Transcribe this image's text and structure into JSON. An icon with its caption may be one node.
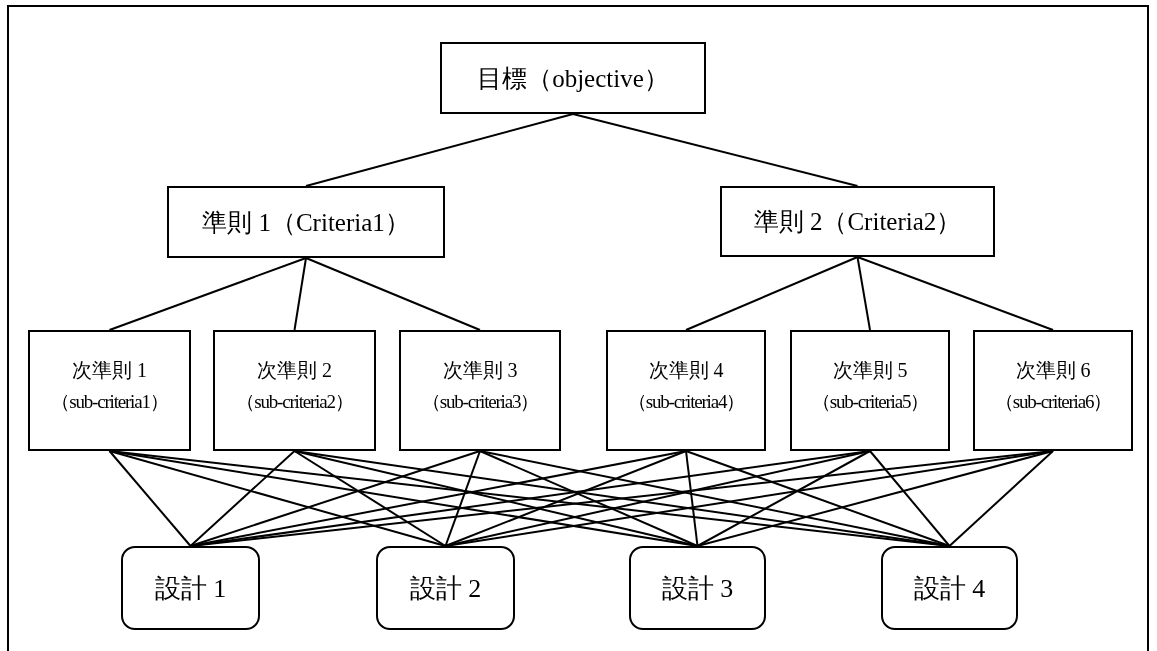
{
  "diagram": {
    "nodes": [
      {
        "text": [
          "目標（objective）"
        ]
      },
      {
        "text": [
          "準則 1（Criteria1）"
        ]
      },
      {
        "text": [
          "準則 2（Criteria2）"
        ]
      },
      {
        "text": [
          "次準則 1",
          "（sub-criteria1）"
        ]
      },
      {
        "text": [
          "次準則 2",
          "（sub-criteria2）"
        ]
      },
      {
        "text": [
          "次準則 3",
          "（sub-criteria3）"
        ]
      },
      {
        "text": [
          "次準則 4",
          "（sub-criteria4）"
        ]
      },
      {
        "text": [
          "次準則 5",
          "（sub-criteria5）"
        ]
      },
      {
        "text": [
          "次準則 6",
          "（sub-criteria6）"
        ]
      },
      {
        "text": [
          "設計 1"
        ]
      },
      {
        "text": [
          "設計 2"
        ]
      },
      {
        "text": [
          "設計 3"
        ]
      },
      {
        "text": [
          "設計 4"
        ]
      }
    ],
    "edges": [
      {
        "from": 0,
        "to": 1,
        "arrow": "none"
      },
      {
        "from": 0,
        "to": 2,
        "arrow": "none"
      },
      {
        "from": 1,
        "to": 3,
        "arrow": "none"
      },
      {
        "from": 1,
        "to": 4,
        "arrow": "none"
      },
      {
        "from": 1,
        "to": 5,
        "arrow": "none"
      },
      {
        "from": 2,
        "to": 6,
        "arrow": "none"
      },
      {
        "from": 2,
        "to": 7,
        "arrow": "none"
      },
      {
        "from": 2,
        "to": 8,
        "arrow": "none"
      },
      {
        "from": 3,
        "to": 9,
        "arrow": "none"
      },
      {
        "from": 3,
        "to": 10,
        "arrow": "none"
      },
      {
        "from": 3,
        "to": 11,
        "arrow": "none"
      },
      {
        "from": 3,
        "to": 12,
        "arrow": "none"
      },
      {
        "from": 4,
        "to": 9,
        "arrow": "none"
      },
      {
        "from": 4,
        "to": 10,
        "arrow": "none"
      },
      {
        "from": 4,
        "to": 11,
        "arrow": "none"
      },
      {
        "from": 4,
        "to": 12,
        "arrow": "none"
      },
      {
        "from": 5,
        "to": 9,
        "arrow": "none"
      },
      {
        "from": 5,
        "to": 10,
        "arrow": "none"
      },
      {
        "from": 5,
        "to": 11,
        "arrow": "none"
      },
      {
        "from": 5,
        "to": 12,
        "arrow": "none"
      },
      {
        "from": 6,
        "to": 9,
        "arrow": "none"
      },
      {
        "from": 6,
        "to": 10,
        "arrow": "none"
      },
      {
        "from": 6,
        "to": 11,
        "arrow": "none"
      },
      {
        "from": 6,
        "to": 12,
        "arrow": "none"
      },
      {
        "from": 7,
        "to": 9,
        "arrow": "none"
      },
      {
        "from": 7,
        "to": 10,
        "arrow": "none"
      },
      {
        "from": 7,
        "to": 11,
        "arrow": "none"
      },
      {
        "from": 7,
        "to": 12,
        "arrow": "none"
      },
      {
        "from": 8,
        "to": 9,
        "arrow": "none"
      },
      {
        "from": 8,
        "to": 10,
        "arrow": "none"
      },
      {
        "from": 8,
        "to": 11,
        "arrow": "none"
      },
      {
        "from": 8,
        "to": 12,
        "arrow": "none"
      }
    ]
  }
}
